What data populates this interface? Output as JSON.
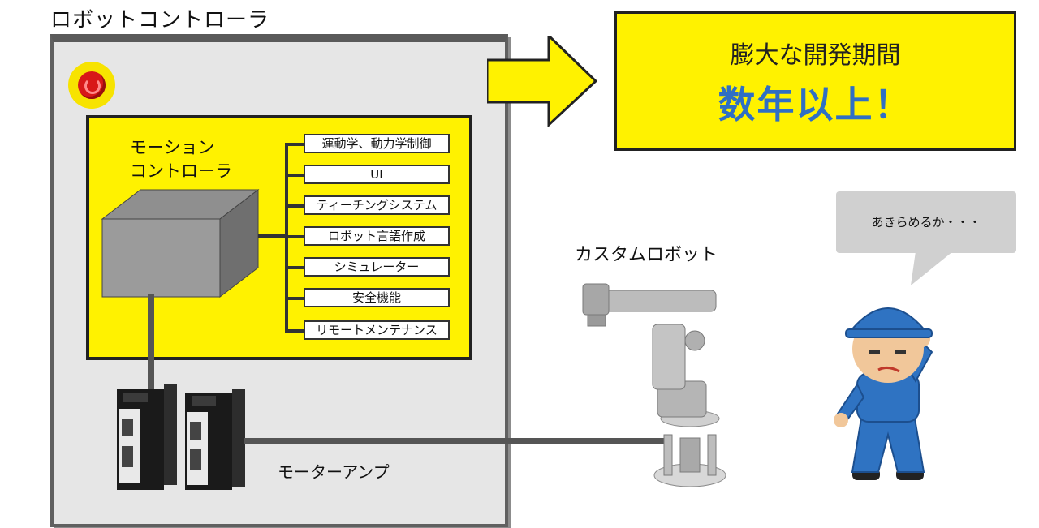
{
  "controller_title": "ロボットコントローラ",
  "motion_controller_label_line1": "モーション",
  "motion_controller_label_line2": "コントローラ",
  "features": [
    "運動学、動力学制御",
    "UI",
    "ティーチングシステム",
    "ロボット言語作成",
    "シミュレーター",
    "安全機能",
    "リモートメンテナンス"
  ],
  "motor_amp_label": "モーターアンプ",
  "custom_robot_label": "カスタムロボット",
  "callout": {
    "line1": "膨大な開発期間",
    "line2": "数年以上！"
  },
  "speech_bubble": "あきらめるか・・・",
  "colors": {
    "highlight_yellow": "#fff200",
    "accent_blue": "#2f6fc4",
    "cabinet_gray": "#e6e6e6"
  }
}
